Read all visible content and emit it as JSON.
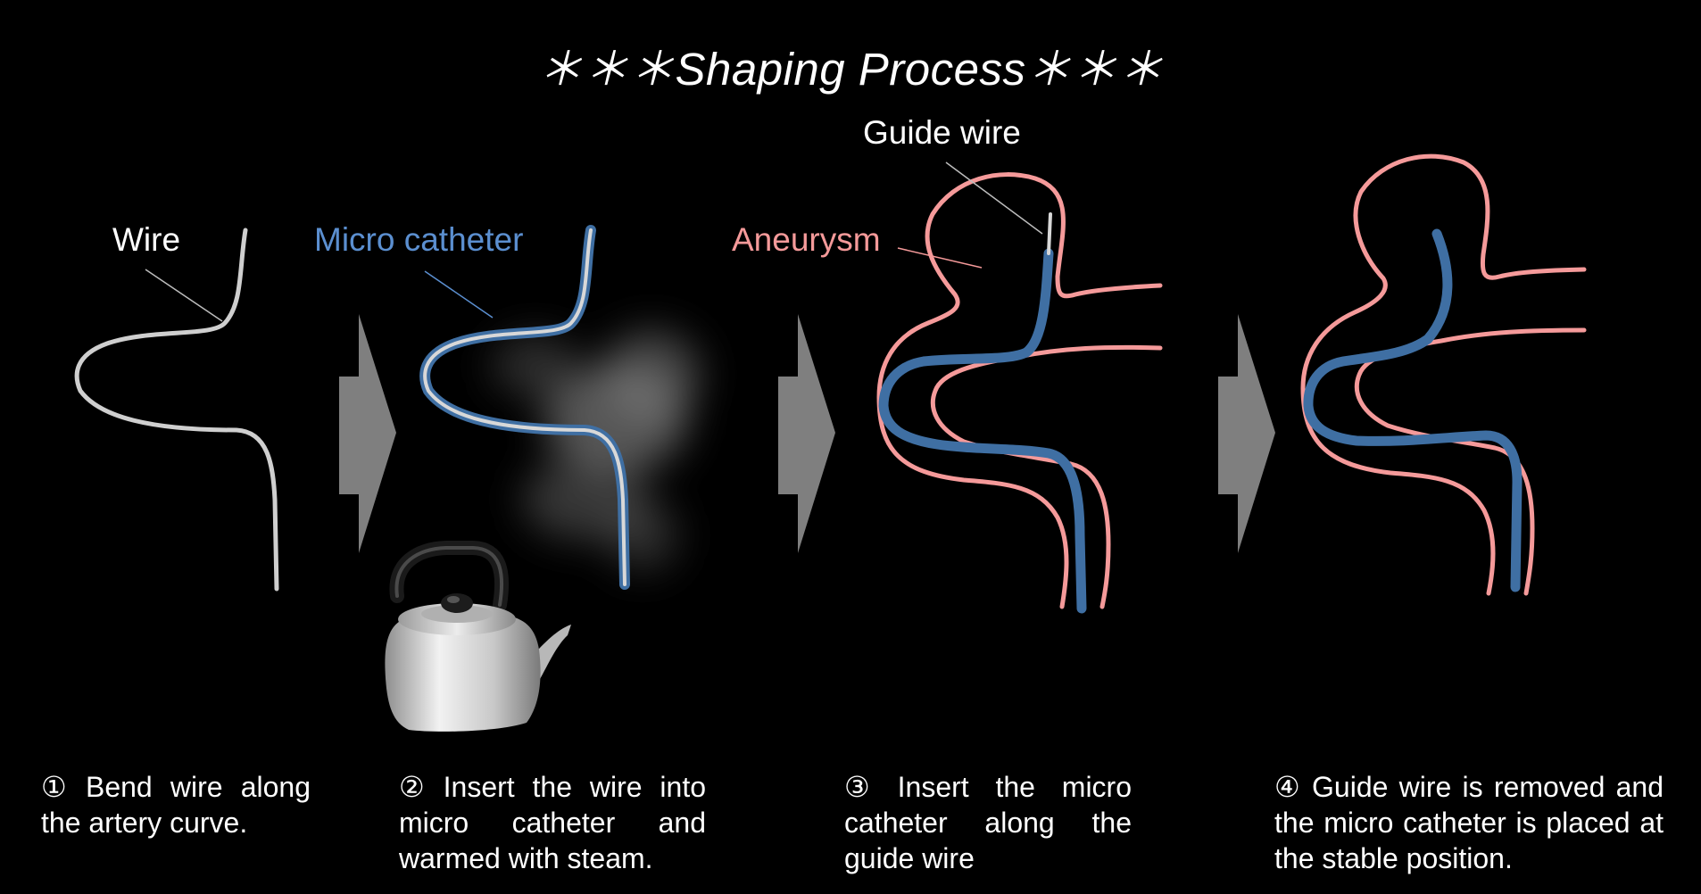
{
  "title": "＊＊＊Shaping Process＊＊＊",
  "labels": {
    "wire": "Wire",
    "micro_catheter": "Micro catheter",
    "guide_wire": "Guide wire",
    "aneurysm": "Aneurysm"
  },
  "steps": [
    {
      "num": "①",
      "text": "Bend wire along the artery curve."
    },
    {
      "num": "②",
      "text": "Insert the wire into micro catheter and warmed with steam."
    },
    {
      "num": "③",
      "text": "Insert the micro catheter along the guide wire"
    },
    {
      "num": "④",
      "text": "Guide wire is removed and the micro catheter is placed at the stable position."
    }
  ],
  "colors": {
    "background": "#000000",
    "wire": "#cfcfcf",
    "catheter": "#3f6fa3",
    "catheter_label": "#5b8fd0",
    "aneurysm": "#f59a9a",
    "arrow": "#7f7f7f"
  },
  "icons": [
    "right-arrow-icon",
    "kettle-icon",
    "steam-icon"
  ]
}
